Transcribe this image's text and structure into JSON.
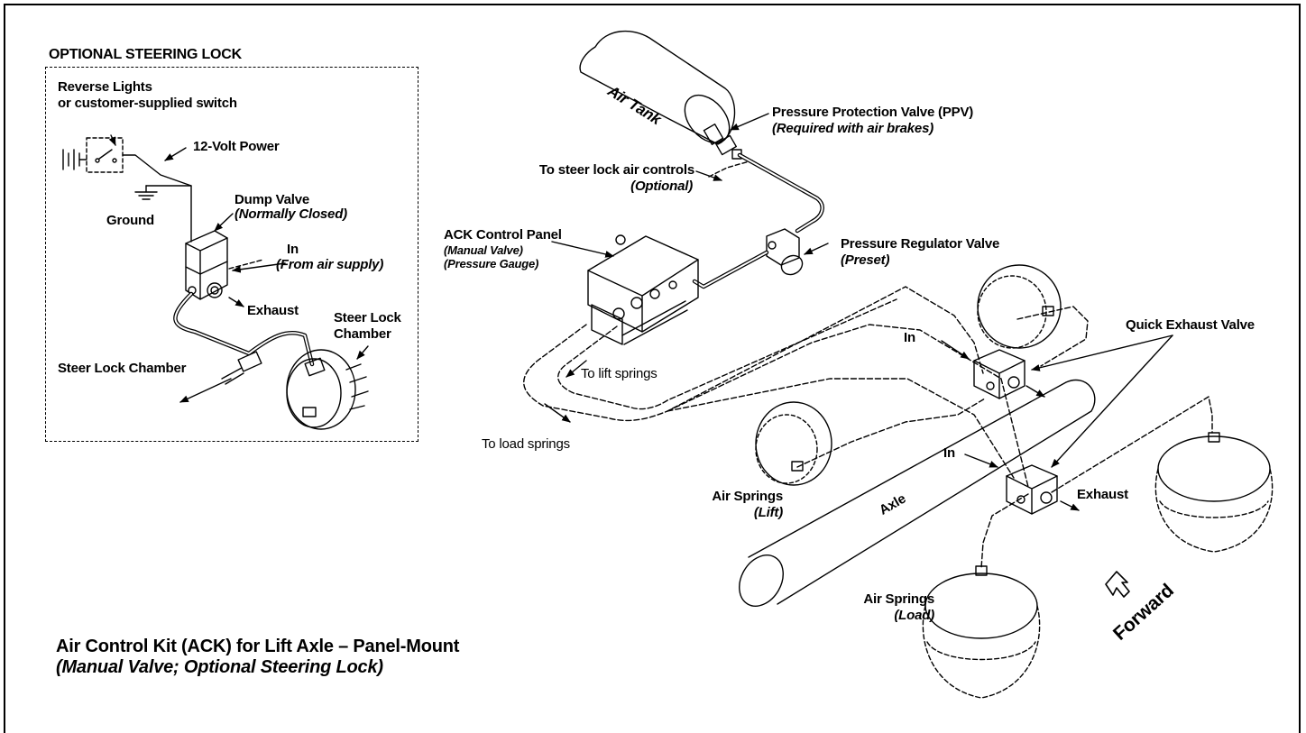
{
  "inset": {
    "title": "OPTIONAL STEERING LOCK",
    "switch_line1": "Reverse Lights",
    "switch_line2": "or customer-supplied switch",
    "power": "12-Volt Power",
    "ground": "Ground",
    "dump_valve": "Dump Valve",
    "dump_valve_note": "(Normally Closed)",
    "in": "In",
    "in_note": "(From air supply)",
    "exhaust": "Exhaust",
    "chamber_right_1": "Steer Lock",
    "chamber_right_2": "Chamber",
    "chamber_left": "Steer Lock Chamber"
  },
  "main": {
    "air_tank": "Air Tank",
    "ppv": "Pressure Protection Valve (PPV)",
    "ppv_note": "(Required with air brakes)",
    "steer_controls": "To steer lock air controls",
    "steer_controls_note": "(Optional)",
    "ack_panel": "ACK Control Panel",
    "ack_note1": "(Manual Valve)",
    "ack_note2": "(Pressure Gauge)",
    "regulator": "Pressure Regulator Valve",
    "regulator_note": "(Preset)",
    "quick_exhaust": "Quick Exhaust Valve",
    "in_upper": "In",
    "in_lower": "In",
    "to_lift": "To lift springs",
    "to_load": "To load springs",
    "air_springs_lift": "Air Springs",
    "air_springs_lift_note": "(Lift)",
    "axle": "Axle",
    "exhaust": "Exhaust",
    "air_springs_load": "Air Springs",
    "air_springs_load_note": "(Load)",
    "forward": "Forward"
  },
  "caption": {
    "title": "Air Control Kit (ACK) for Lift Axle – Panel-Mount",
    "subtitle": "(Manual Valve; Optional Steering Lock)"
  }
}
